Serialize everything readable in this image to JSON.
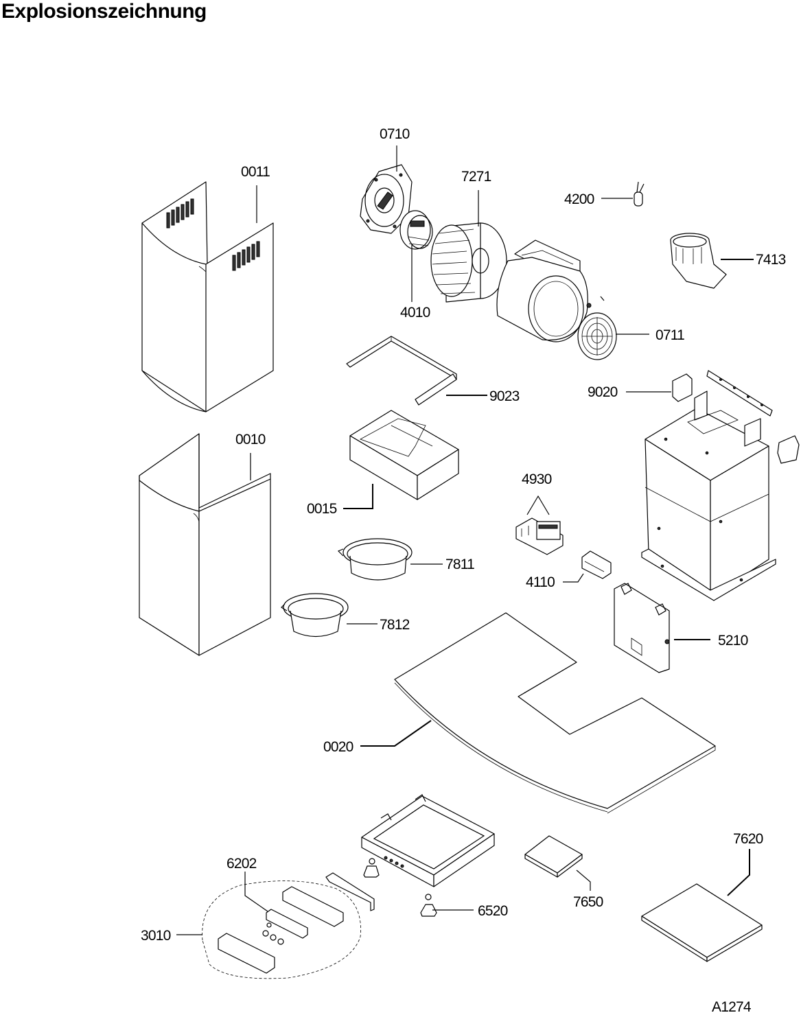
{
  "title": "Explosionszeichnung",
  "drawing_id": "A1274",
  "callouts": {
    "c0011": "0011",
    "c0010": "0010",
    "c0710": "0710",
    "c7271": "7271",
    "c4200": "4200",
    "c7413": "7413",
    "c4010": "4010",
    "c0711": "0711",
    "c9023": "9023",
    "c9020": "9020",
    "c0015": "0015",
    "c4930": "4930",
    "c7811": "7811",
    "c4110": "4110",
    "c7812": "7812",
    "c5210": "5210",
    "c0020": "0020",
    "c7620": "7620",
    "c6202": "6202",
    "c7650": "7650",
    "c6520": "6520",
    "c3010": "3010"
  }
}
